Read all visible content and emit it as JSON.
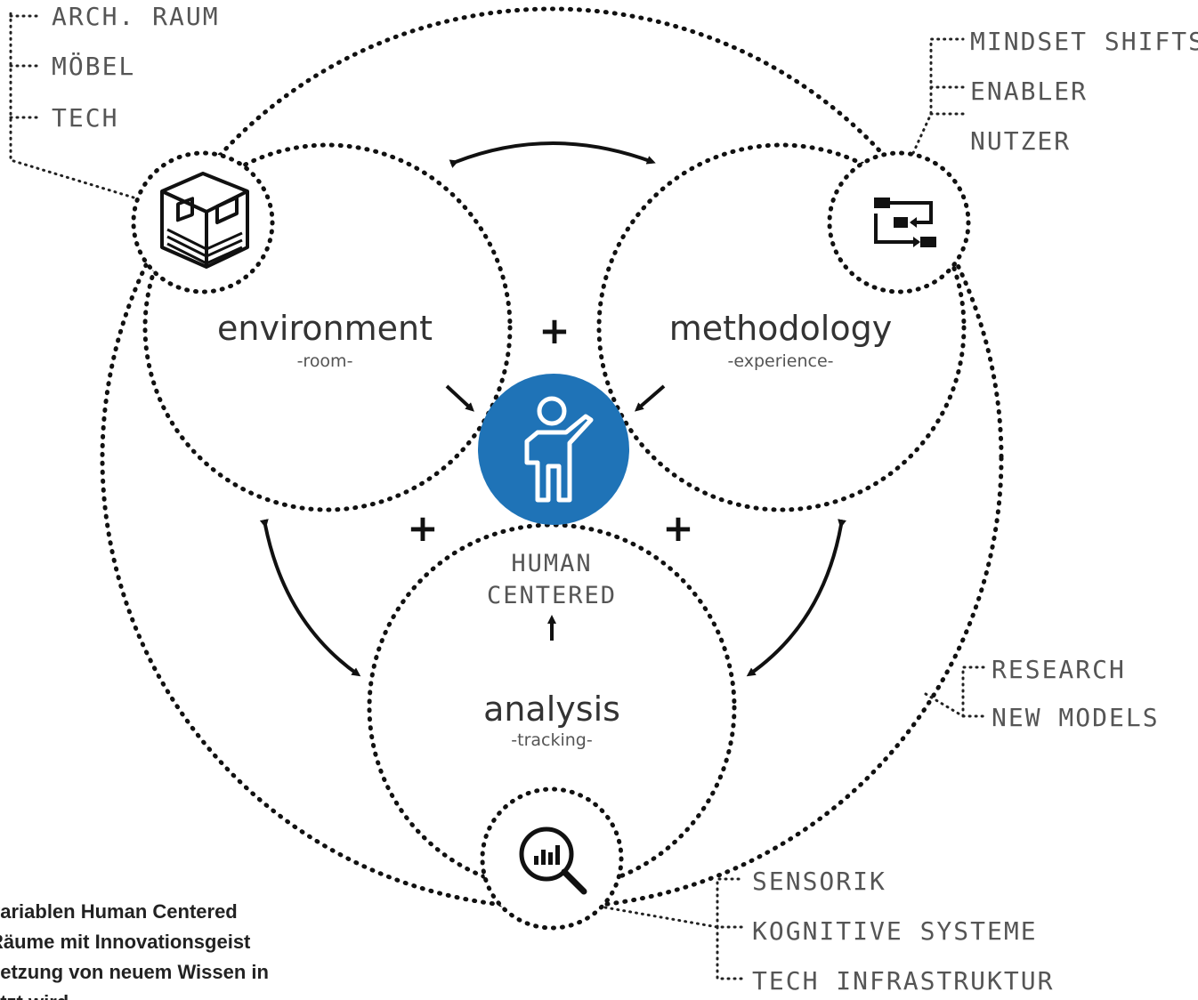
{
  "circles": {
    "environment": {
      "title": "environment",
      "subtitle": "-room-"
    },
    "methodology": {
      "title": "methodology",
      "subtitle": "-experience-"
    },
    "analysis": {
      "title": "analysis",
      "subtitle": "-tracking-"
    }
  },
  "center": {
    "line1": "HUMAN",
    "line2": "CENTERED",
    "color": "#1f73b7"
  },
  "plus_sign": "+",
  "tags": {
    "top_left": [
      "ARCH. RAUM",
      "MÖBEL",
      "TECH"
    ],
    "top_right": [
      "MINDSET SHIFTS",
      "ENABLER",
      "NUTZER"
    ],
    "right": [
      "RESEARCH",
      "NEW MODELS"
    ],
    "bottom": [
      "SENSORIK",
      "KOGNITIVE SYSTEME",
      "TECH INFRASTRUKTUR"
    ]
  },
  "icons": {
    "environment": "room-cube-icon",
    "methodology": "process-flow-icon",
    "analysis": "magnifier-chart-icon",
    "center": "person-pointing-icon"
  },
  "caption": [
    "variablen Human Centered",
    "Räume mit Innovationsgeist",
    "setzung von neuem Wissen in",
    "etzt wird."
  ]
}
